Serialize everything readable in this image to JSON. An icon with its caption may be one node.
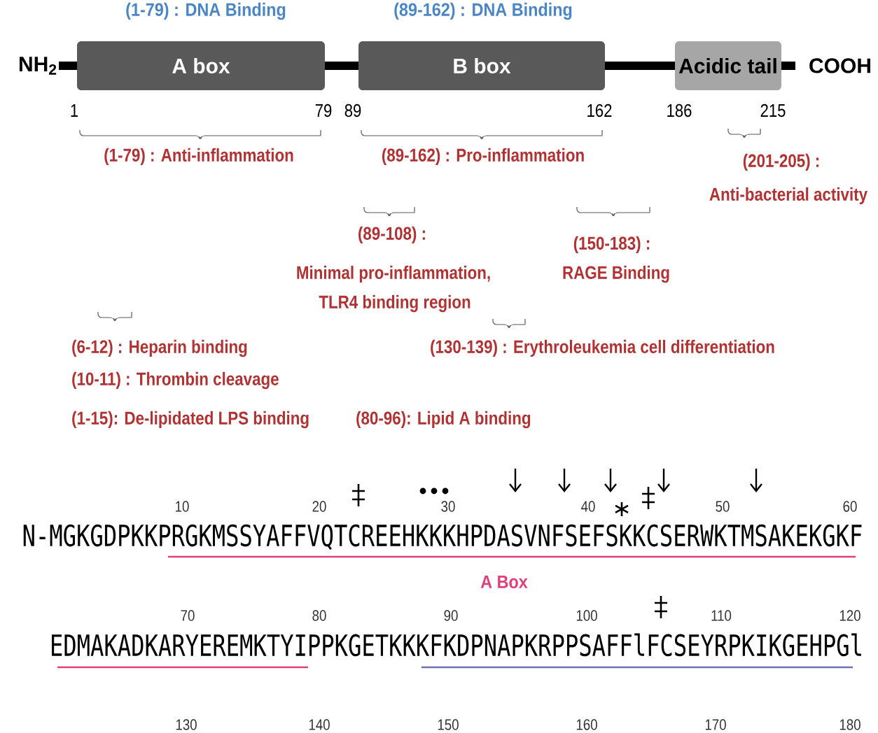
{
  "diagram": {
    "nodes": [
      {
        "text": [
          "A box"
        ]
      },
      {
        "text": [
          "B box"
        ]
      },
      {
        "text": [
          "Acidic tail"
        ]
      }
    ],
    "labels": [
      "(1-79) : DNA Binding",
      "(89-162) : DNA Binding",
      "NH$_{2}$",
      "COOH",
      "1",
      "79",
      "89",
      "162",
      "186",
      "215",
      "(1-79) : Anti-inflammation",
      "(89-162) : Pro-inflammation",
      "(201-205) :",
      "Anti-bacterial activity",
      "(89-108) :",
      "(150-183) :",
      "Minimal pro-inflammation,",
      "RAGE Binding",
      "TLR4 binding region",
      "(6-12) : Heparin binding",
      "(130-139) : Erythroleukemia cell differentiation",
      "(10-11) : Thrombin cleavage",
      "(1-15): De-lipidated LPS binding",
      "(80-96): Lipid A binding",
      "10",
      "20",
      "30",
      "40",
      "50",
      "60",
      "N-MGKGDPKKPRGKMSSYAFFVQTCREEHKKKHPDASVNFSEFSKKCSERWKTMSAKEKGKF",
      "A Box",
      "70",
      "80",
      "90",
      "100",
      "110",
      "120",
      "EDMAKADKARYEREMKTYIPPKGETKKKFKDPNAPKRPPSAFFlFCSEYRPKIKGEHPGl",
      "130",
      "140",
      "150",
      "160",
      "170",
      "180"
    ]
  }
}
